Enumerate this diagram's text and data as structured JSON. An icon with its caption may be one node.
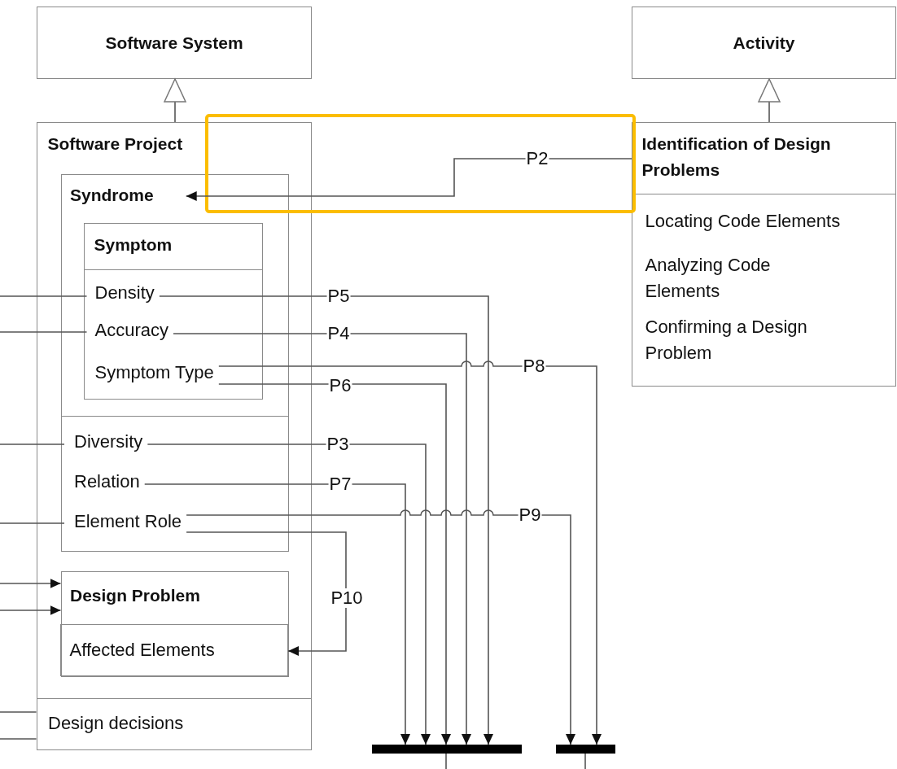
{
  "diagram": {
    "nodes": [
      {
        "text": [
          "Software System"
        ]
      },
      {
        "text": [
          "Activity"
        ]
      },
      {
        "text": [
          "Software Project"
        ]
      },
      {
        "text": [
          "Syndrome"
        ],
        "in": 2
      },
      {
        "text": [
          "Symptom"
        ],
        "in": 3
      },
      {
        "text": [
          "Density"
        ],
        "in": 4
      },
      {
        "text": [
          "Accuracy"
        ],
        "in": 4
      },
      {
        "text": [
          "Symptom Type"
        ],
        "in": 4
      },
      {
        "text": [
          "Diversity"
        ],
        "in": 3
      },
      {
        "text": [
          "Relation"
        ],
        "in": 3
      },
      {
        "text": [
          "Element Role"
        ],
        "in": 3
      },
      {
        "text": [
          "Design Problem"
        ],
        "in": 2
      },
      {
        "text": [
          "Affected Elements"
        ],
        "in": 11
      },
      {
        "text": [
          "Design decisions"
        ],
        "in": 2
      },
      {
        "text": [
          "Identification of Design Problems",
          "Locating Code Elements",
          "Analyzing Code Elements",
          "Confirming a Design Problem"
        ]
      },
      {
        "text": [],
        "shape": "bar"
      },
      {
        "text": [],
        "shape": "bar"
      }
    ],
    "edges": [
      {
        "from": 2,
        "to": 0,
        "arrow": "to"
      },
      {
        "from": 14,
        "to": 1,
        "arrow": "to"
      },
      {
        "from": 14,
        "to": 3,
        "arrow": "to",
        "label": "P2"
      },
      {
        "from": 5,
        "to": 15,
        "arrow": "to",
        "label": "P5"
      },
      {
        "from": 6,
        "to": 15,
        "arrow": "to",
        "label": "P4"
      },
      {
        "from": 7,
        "to": 16,
        "arrow": "to",
        "label": "P8"
      },
      {
        "from": 7,
        "to": 15,
        "arrow": "to",
        "label": "P6"
      },
      {
        "from": 8,
        "to": 15,
        "arrow": "to",
        "label": "P3"
      },
      {
        "from": 9,
        "to": 15,
        "arrow": "to",
        "label": "P7"
      },
      {
        "from": 10,
        "to": 16,
        "arrow": "to",
        "label": "P9"
      },
      {
        "from": 10,
        "to": 12,
        "arrow": "to",
        "label": "P10"
      },
      {
        "from": null,
        "to": 5,
        "arrow": "none"
      },
      {
        "from": null,
        "to": 6,
        "arrow": "none"
      },
      {
        "from": null,
        "to": 8,
        "arrow": "none"
      },
      {
        "from": null,
        "to": 10,
        "arrow": "none"
      },
      {
        "from": null,
        "to": 11,
        "arrow": "to"
      },
      {
        "from": null,
        "to": 11,
        "arrow": "to"
      },
      {
        "from": null,
        "to": 13,
        "arrow": "none"
      },
      {
        "from": null,
        "to": 13,
        "arrow": "none"
      },
      {
        "from": 15,
        "to": null,
        "arrow": "none"
      },
      {
        "from": 16,
        "to": null,
        "arrow": "none"
      }
    ]
  }
}
